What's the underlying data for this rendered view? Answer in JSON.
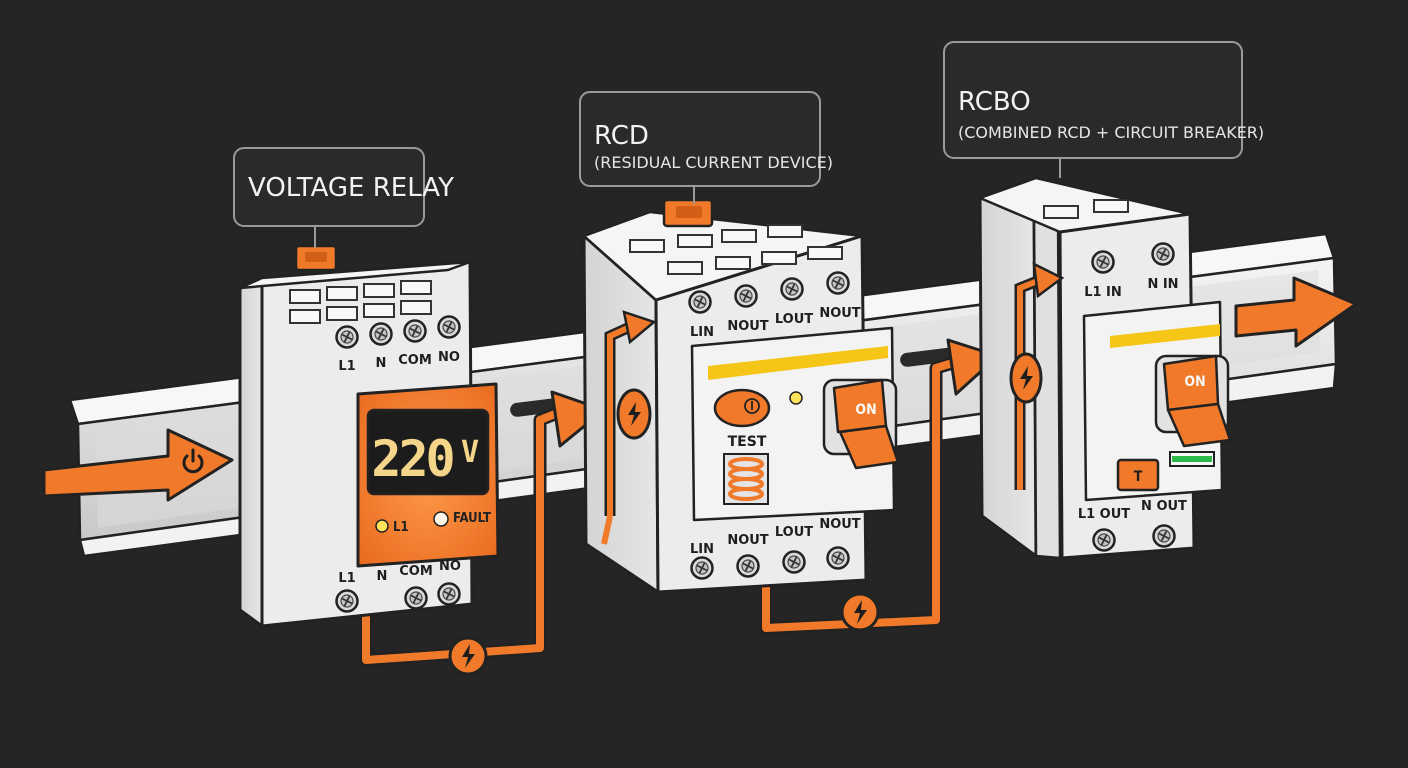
{
  "devices": [
    {
      "title": "VOLTAGE RELAY",
      "subtitle": "",
      "top_terminals": [
        "L1",
        "N",
        "COM",
        "NO"
      ],
      "bottom_terminals": [
        "L1",
        "N",
        "COM",
        "NO"
      ],
      "display": {
        "value": "220",
        "unit": "V",
        "indicators": [
          "L1",
          "FAULT"
        ]
      }
    },
    {
      "title": "RCD",
      "subtitle": "(RESIDUAL CURRENT DEVICE)",
      "top_terminals": [
        "LIN",
        "NOUT",
        "LOUT",
        "NOUT"
      ],
      "bottom_terminals": [
        "LIN",
        "NOUT",
        "LOUT",
        "NOUT"
      ],
      "test_label": "TEST",
      "switch_label": "ON"
    },
    {
      "title": "RCBO",
      "subtitle": "(COMBINED RCD + CIRCUIT BREAKER)",
      "top_terminals": [
        "L1 IN",
        "N IN"
      ],
      "bottom_terminals": [
        "L1 OUT",
        "N OUT"
      ],
      "test_button": "T",
      "switch_label": "ON"
    }
  ],
  "colors": {
    "background": "#252525",
    "accent": "#F07A2A",
    "device_body": "#ECECEC",
    "display_bg": "#1C1C1C",
    "display_digits": "#F4D58A",
    "yellow_strip": "#F5C518",
    "green_indicator": "#2DB84A"
  },
  "icons": {
    "input_arrow": "power-icon",
    "flow_badge": "lightning-bolt-icon"
  }
}
